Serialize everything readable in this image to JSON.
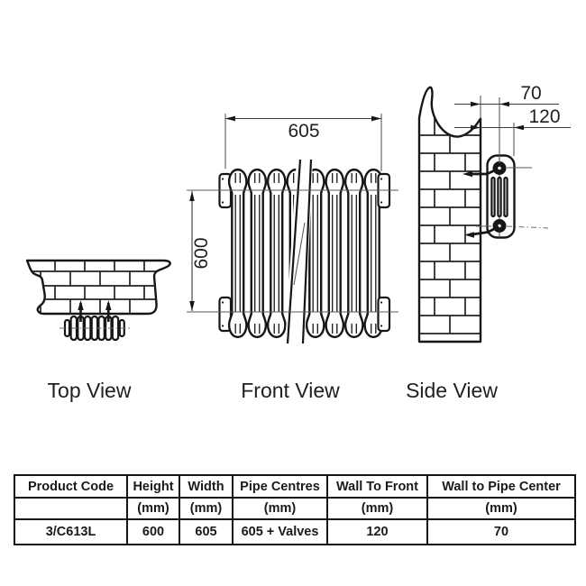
{
  "views": {
    "top": {
      "label": "Top View"
    },
    "front": {
      "label": "Front View",
      "width_dim": "605",
      "height_dim": "600"
    },
    "side": {
      "label": "Side View",
      "wall_to_pipe_dim": "70",
      "wall_to_front_dim": "120"
    }
  },
  "table": {
    "headers": [
      "Product Code",
      "Height",
      "Width",
      "Pipe Centres",
      "Wall To Front",
      "Wall to Pipe Center"
    ],
    "units": [
      "",
      "(mm)",
      "(mm)",
      "(mm)",
      "(mm)",
      "(mm)"
    ],
    "rows": [
      [
        "3/C613L",
        "600",
        "605",
        "605 + Valves",
        "120",
        "70"
      ]
    ]
  },
  "colors": {
    "line": "#161616",
    "thin_line": "#5a5a5a",
    "text": "#1a1a1a",
    "background": "#ffffff"
  }
}
